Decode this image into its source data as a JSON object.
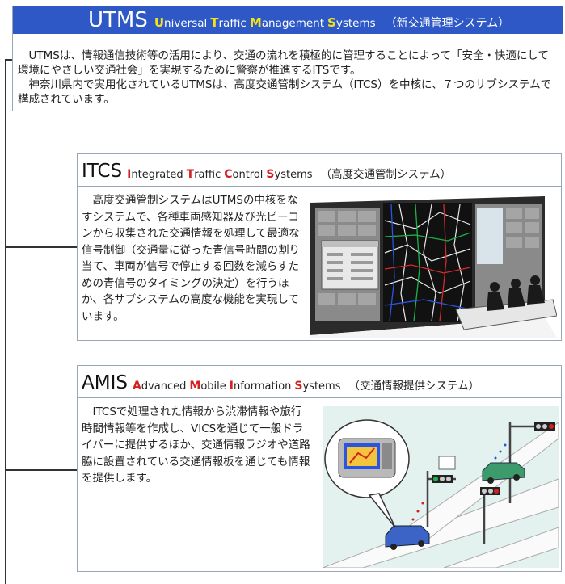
{
  "utms": {
    "title": "UTMS",
    "expansion": [
      {
        "cap": "U",
        "rest": "niversal "
      },
      {
        "cap": "T",
        "rest": "raffic "
      },
      {
        "cap": "M",
        "rest": "anagement "
      },
      {
        "cap": "S",
        "rest": "ystems"
      }
    ],
    "japanese": "（新交通管理システム）",
    "body": [
      "UTMSは、情報通信技術等の活用により、交通の流れを積極的に管理することによって「安全・快適にして環境にやさしい交通社会」を実現するために警察が推進するITSです。",
      "神奈川県内で実用化されているUTMSは、高度交通管制システム（ITCS）を中核に、７つのサブシステムで構成されています。"
    ]
  },
  "itcs": {
    "title": "ITCS",
    "expansion": [
      {
        "cap": "I",
        "rest": "ntegrated "
      },
      {
        "cap": "T",
        "rest": "raffic "
      },
      {
        "cap": "C",
        "rest": "ontrol "
      },
      {
        "cap": "S",
        "rest": "ystems"
      }
    ],
    "japanese": "（高度交通管制システム）",
    "body": "高度交通管制システムはUTMSの中核をなすシステムで、各種車両感知器及び光ビーコンから収集された交通情報を処理して最適な信号制御（交通量に従った青信号時間の割り当て、車両が信号で停止する回数を減らすための青信号のタイミングの決定）を行うほか、各サブシステムの高度な機能を実現しています。"
  },
  "amis": {
    "title": "AMIS",
    "expansion": [
      {
        "cap": "A",
        "rest": "dvanced "
      },
      {
        "cap": "M",
        "rest": "obile "
      },
      {
        "cap": "I",
        "rest": "nformation "
      },
      {
        "cap": "S",
        "rest": "ystems"
      }
    ],
    "japanese": "（交通情報提供システム）",
    "body": "ITCSで処理された情報から渋滞情報や旅行時間情報等を作成し、VICSを通じて一般ドライバーに提供するほか、交通情報ラジオや道路脇に設置されている交通情報板を通じても情報を提供します。"
  },
  "colors": {
    "header_blue": "#2e58c6",
    "header_accent_yellow": "#f6e21a",
    "section_accent_red": "#d42020",
    "amis_image_bg": "#e3f1ef"
  }
}
